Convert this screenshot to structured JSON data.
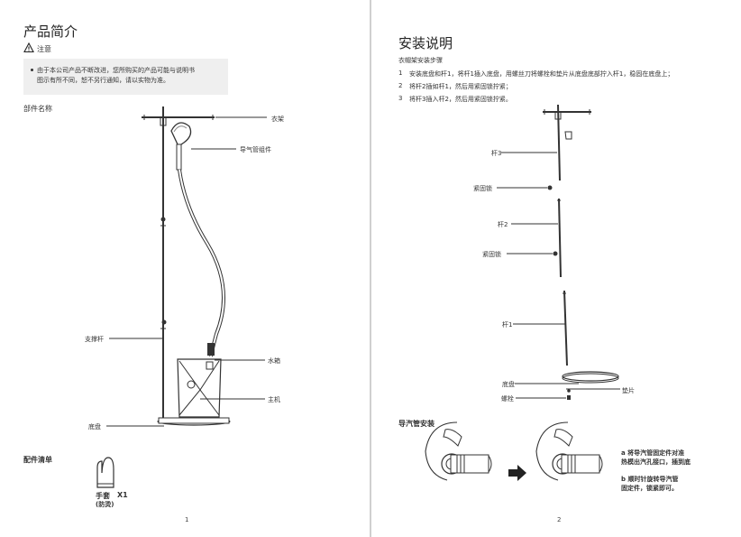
{
  "page1": {
    "title": "产品简介",
    "notice_heading": "注意",
    "notice_lines": [
      "由于本公司产品不断改进，您所购买的产品可能与说明书",
      "图示有所不同，恕不另行通知，请以实物为准。"
    ],
    "parts_heading": "部件名称",
    "parts_labels": {
      "hanger": "衣架",
      "steam_hose": "导气管组件",
      "support_pole": "支撑杆",
      "water_tank": "水箱",
      "main_unit": "主机",
      "base": "底盘"
    },
    "accessories_heading": "配件清单",
    "glove_label": "手套",
    "glove_qty": "X1",
    "glove_note": "(防烫)",
    "page_number": "1"
  },
  "page2": {
    "title": "安装说明",
    "rack_heading": "衣帽架安装步骤",
    "steps": [
      {
        "num": "1",
        "text": "安装底盘和杆1，将杆1插入底盘，用螺丝刀将螺栓和垫片从底盘底部拧入杆1，稳固在底盘上；"
      },
      {
        "num": "2",
        "text": "将杆2插如杆1，然后用紧固锁拧紧；"
      },
      {
        "num": "3",
        "text": "将杆3插入杆2，然后用紧固锁拧紧。"
      }
    ],
    "diagram_labels": {
      "rod3": "杆3",
      "lock_a": "紧固锁",
      "rod2": "杆2",
      "lock_b": "紧固锁",
      "rod1": "杆1",
      "base": "底盘",
      "gasket": "垫片",
      "bolt": "螺栓"
    },
    "hose_heading": "导汽管安装",
    "hose_step_a": [
      "a 将导汽管固定件对准",
      "热模出汽孔接口，插到底"
    ],
    "hose_step_b": [
      "b  顺时针旋转导汽管",
      "固定件，锁紧即可。"
    ],
    "page_number": "2"
  },
  "colors": {
    "notebox": "#efefef",
    "line": "#333333"
  }
}
